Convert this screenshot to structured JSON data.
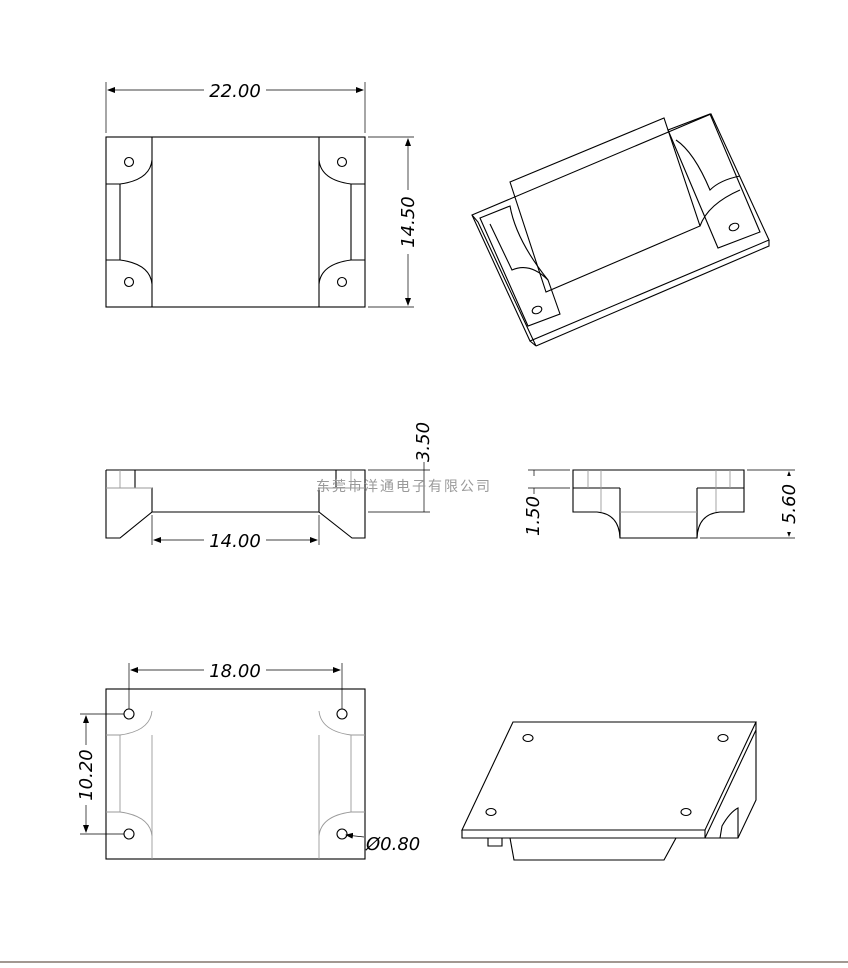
{
  "dimensions": {
    "top_width": "22.00",
    "top_height": "14.50",
    "front_height": "3.50",
    "front_inner": "14.00",
    "side_step": "1.50",
    "side_height": "5.60",
    "hole_span_x": "18.00",
    "hole_span_y": "10.20",
    "hole_dia": "Ø0.80"
  },
  "watermark": "东莞市洋通电子有限公司"
}
